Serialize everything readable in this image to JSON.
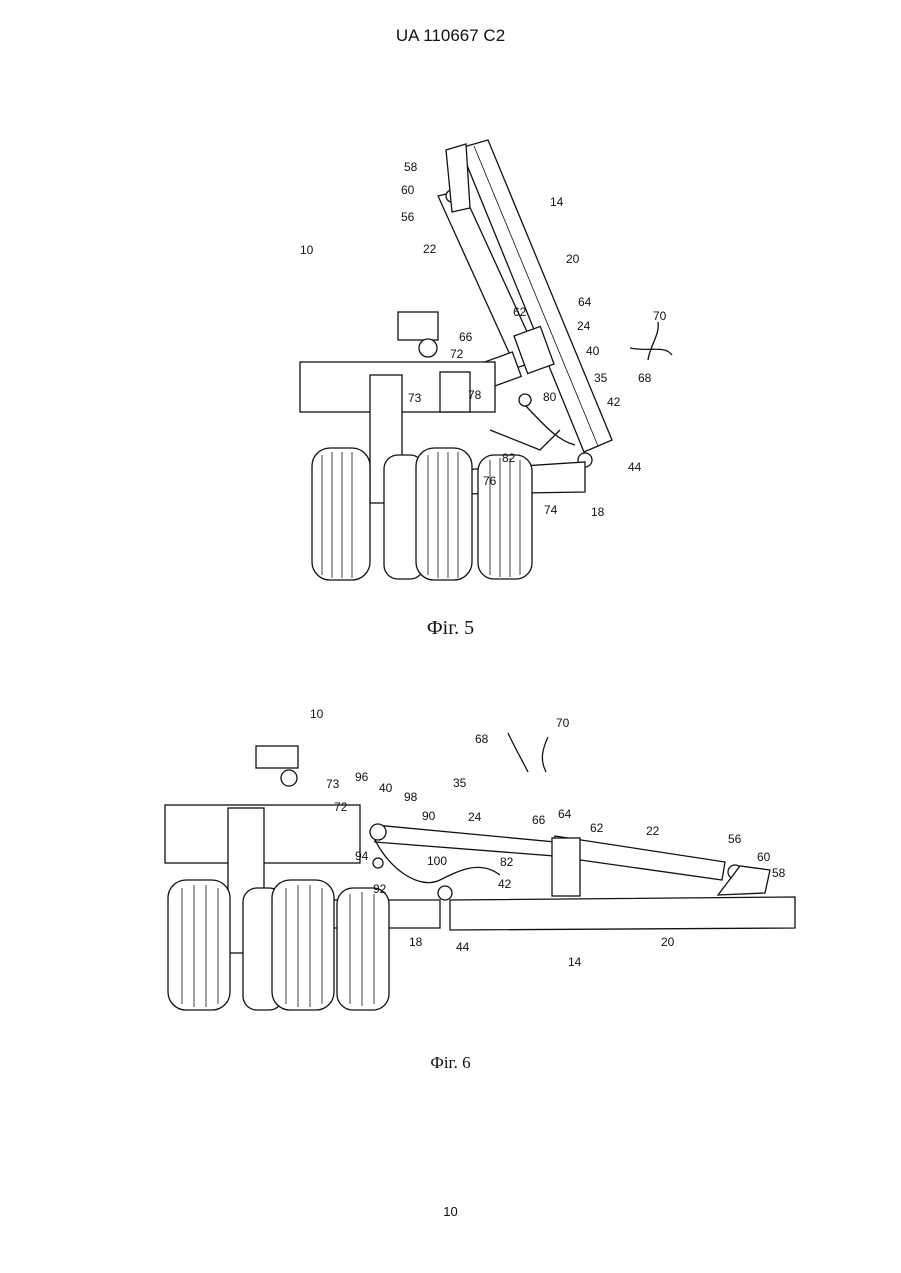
{
  "header": {
    "title": "UA   110667   C2"
  },
  "figure5": {
    "caption": "Фіг. 5",
    "labels": [
      "58",
      "60",
      "56",
      "22",
      "10",
      "14",
      "20",
      "62",
      "64",
      "24",
      "66",
      "72",
      "40",
      "70",
      "68",
      "35",
      "73",
      "78",
      "80",
      "42",
      "82",
      "76",
      "44",
      "74",
      "18"
    ]
  },
  "figure6": {
    "caption": "Фіг. 6",
    "labels": [
      "10",
      "68",
      "70",
      "73",
      "96",
      "40",
      "98",
      "35",
      "72",
      "90",
      "24",
      "66",
      "64",
      "62",
      "22",
      "56",
      "60",
      "58",
      "94",
      "92",
      "100",
      "82",
      "42",
      "18",
      "44",
      "14",
      "20"
    ]
  },
  "footer": {
    "page_number": "10"
  }
}
